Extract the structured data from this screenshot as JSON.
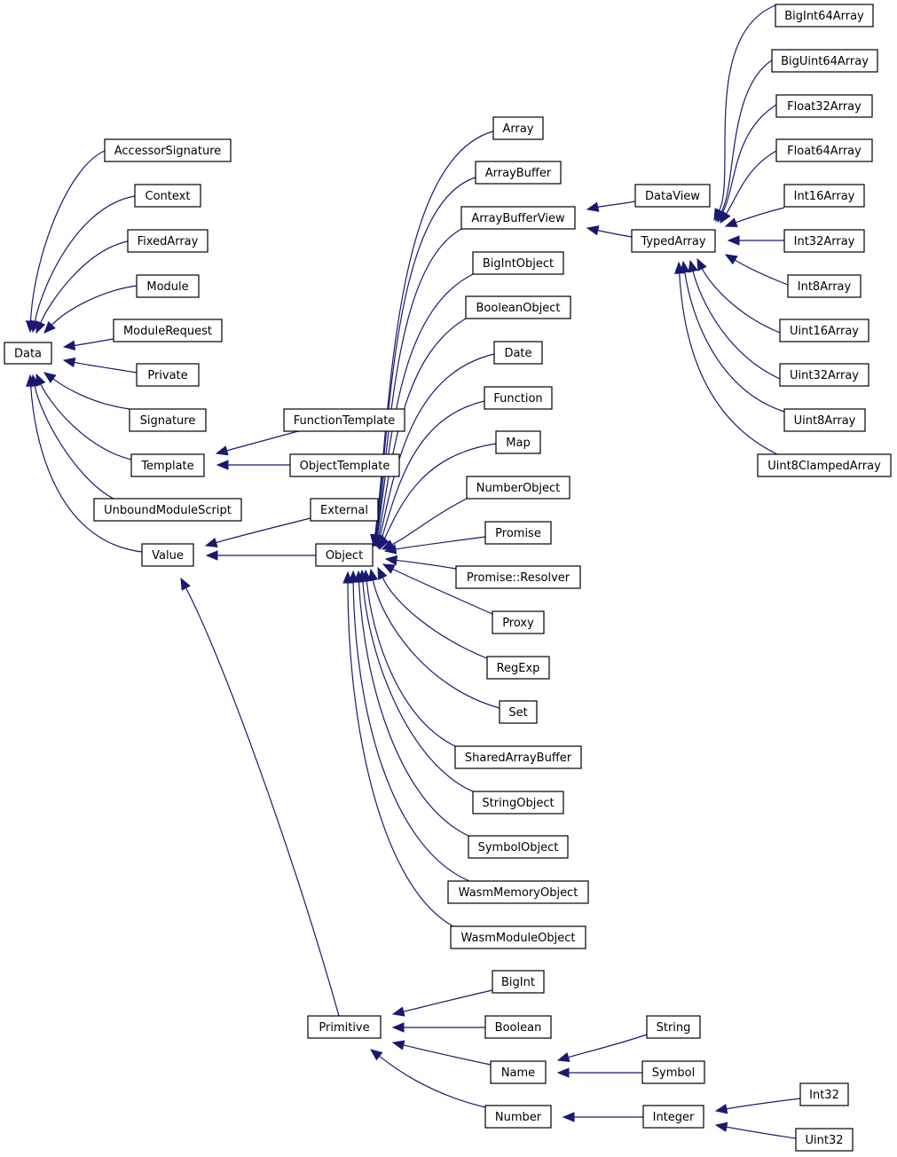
{
  "diagram": {
    "type": "class inheritance graph",
    "edge_color": "#191970",
    "nodes": [
      {
        "id": "data",
        "label": "Data"
      },
      {
        "id": "accessorsignature",
        "label": "AccessorSignature"
      },
      {
        "id": "context",
        "label": "Context"
      },
      {
        "id": "fixedarray",
        "label": "FixedArray"
      },
      {
        "id": "module",
        "label": "Module"
      },
      {
        "id": "modulerequest",
        "label": "ModuleRequest"
      },
      {
        "id": "private",
        "label": "Private"
      },
      {
        "id": "signature",
        "label": "Signature"
      },
      {
        "id": "template",
        "label": "Template"
      },
      {
        "id": "unboundmodulescript",
        "label": "UnboundModuleScript"
      },
      {
        "id": "value",
        "label": "Value"
      },
      {
        "id": "functiontemplate",
        "label": "FunctionTemplate"
      },
      {
        "id": "objecttemplate",
        "label": "ObjectTemplate"
      },
      {
        "id": "external",
        "label": "External"
      },
      {
        "id": "object",
        "label": "Object"
      },
      {
        "id": "primitive",
        "label": "Primitive"
      },
      {
        "id": "array",
        "label": "Array"
      },
      {
        "id": "arraybuffer",
        "label": "ArrayBuffer"
      },
      {
        "id": "arraybufferview",
        "label": "ArrayBufferView"
      },
      {
        "id": "bigintobject",
        "label": "BigIntObject"
      },
      {
        "id": "booleanobject",
        "label": "BooleanObject"
      },
      {
        "id": "date",
        "label": "Date"
      },
      {
        "id": "function",
        "label": "Function"
      },
      {
        "id": "map",
        "label": "Map"
      },
      {
        "id": "numberobject",
        "label": "NumberObject"
      },
      {
        "id": "promise",
        "label": "Promise"
      },
      {
        "id": "promiseresolver",
        "label": "Promise::Resolver"
      },
      {
        "id": "proxy",
        "label": "Proxy"
      },
      {
        "id": "regexp",
        "label": "RegExp"
      },
      {
        "id": "set",
        "label": "Set"
      },
      {
        "id": "sharedarraybuffer",
        "label": "SharedArrayBuffer"
      },
      {
        "id": "stringobject",
        "label": "StringObject"
      },
      {
        "id": "symbolobject",
        "label": "SymbolObject"
      },
      {
        "id": "wasmmemoryobject",
        "label": "WasmMemoryObject"
      },
      {
        "id": "wasmmoduleobject",
        "label": "WasmModuleObject"
      },
      {
        "id": "dataview",
        "label": "DataView"
      },
      {
        "id": "typedarray",
        "label": "TypedArray"
      },
      {
        "id": "bigint64array",
        "label": "BigInt64Array"
      },
      {
        "id": "biguint64array",
        "label": "BigUint64Array"
      },
      {
        "id": "float32array",
        "label": "Float32Array"
      },
      {
        "id": "float64array",
        "label": "Float64Array"
      },
      {
        "id": "int16array",
        "label": "Int16Array"
      },
      {
        "id": "int32array",
        "label": "Int32Array"
      },
      {
        "id": "int8array",
        "label": "Int8Array"
      },
      {
        "id": "uint16array",
        "label": "Uint16Array"
      },
      {
        "id": "uint32array",
        "label": "Uint32Array"
      },
      {
        "id": "uint8array",
        "label": "Uint8Array"
      },
      {
        "id": "uint8clampedarray",
        "label": "Uint8ClampedArray"
      },
      {
        "id": "bigint",
        "label": "BigInt"
      },
      {
        "id": "boolean",
        "label": "Boolean"
      },
      {
        "id": "name",
        "label": "Name"
      },
      {
        "id": "number",
        "label": "Number"
      },
      {
        "id": "string",
        "label": "String"
      },
      {
        "id": "symbol",
        "label": "Symbol"
      },
      {
        "id": "integer",
        "label": "Integer"
      },
      {
        "id": "int32",
        "label": "Int32"
      },
      {
        "id": "uint32",
        "label": "Uint32"
      }
    ],
    "edges": [
      {
        "from": "accessorsignature",
        "to": "data"
      },
      {
        "from": "context",
        "to": "data"
      },
      {
        "from": "fixedarray",
        "to": "data"
      },
      {
        "from": "module",
        "to": "data"
      },
      {
        "from": "modulerequest",
        "to": "data"
      },
      {
        "from": "private",
        "to": "data"
      },
      {
        "from": "signature",
        "to": "data"
      },
      {
        "from": "template",
        "to": "data"
      },
      {
        "from": "unboundmodulescript",
        "to": "data"
      },
      {
        "from": "value",
        "to": "data"
      },
      {
        "from": "functiontemplate",
        "to": "template"
      },
      {
        "from": "objecttemplate",
        "to": "template"
      },
      {
        "from": "external",
        "to": "value"
      },
      {
        "from": "object",
        "to": "value"
      },
      {
        "from": "primitive",
        "to": "value"
      },
      {
        "from": "array",
        "to": "object"
      },
      {
        "from": "arraybuffer",
        "to": "object"
      },
      {
        "from": "arraybufferview",
        "to": "object"
      },
      {
        "from": "bigintobject",
        "to": "object"
      },
      {
        "from": "booleanobject",
        "to": "object"
      },
      {
        "from": "date",
        "to": "object"
      },
      {
        "from": "function",
        "to": "object"
      },
      {
        "from": "map",
        "to": "object"
      },
      {
        "from": "numberobject",
        "to": "object"
      },
      {
        "from": "promise",
        "to": "object"
      },
      {
        "from": "promiseresolver",
        "to": "object"
      },
      {
        "from": "proxy",
        "to": "object"
      },
      {
        "from": "regexp",
        "to": "object"
      },
      {
        "from": "set",
        "to": "object"
      },
      {
        "from": "sharedarraybuffer",
        "to": "object"
      },
      {
        "from": "stringobject",
        "to": "object"
      },
      {
        "from": "symbolobject",
        "to": "object"
      },
      {
        "from": "wasmmemoryobject",
        "to": "object"
      },
      {
        "from": "wasmmoduleobject",
        "to": "object"
      },
      {
        "from": "dataview",
        "to": "arraybufferview"
      },
      {
        "from": "typedarray",
        "to": "arraybufferview"
      },
      {
        "from": "bigint64array",
        "to": "typedarray"
      },
      {
        "from": "biguint64array",
        "to": "typedarray"
      },
      {
        "from": "float32array",
        "to": "typedarray"
      },
      {
        "from": "float64array",
        "to": "typedarray"
      },
      {
        "from": "int16array",
        "to": "typedarray"
      },
      {
        "from": "int32array",
        "to": "typedarray"
      },
      {
        "from": "int8array",
        "to": "typedarray"
      },
      {
        "from": "uint16array",
        "to": "typedarray"
      },
      {
        "from": "uint32array",
        "to": "typedarray"
      },
      {
        "from": "uint8array",
        "to": "typedarray"
      },
      {
        "from": "uint8clampedarray",
        "to": "typedarray"
      },
      {
        "from": "bigint",
        "to": "primitive"
      },
      {
        "from": "boolean",
        "to": "primitive"
      },
      {
        "from": "name",
        "to": "primitive"
      },
      {
        "from": "number",
        "to": "primitive"
      },
      {
        "from": "string",
        "to": "name"
      },
      {
        "from": "symbol",
        "to": "name"
      },
      {
        "from": "integer",
        "to": "number"
      },
      {
        "from": "int32",
        "to": "integer"
      },
      {
        "from": "uint32",
        "to": "integer"
      }
    ]
  }
}
